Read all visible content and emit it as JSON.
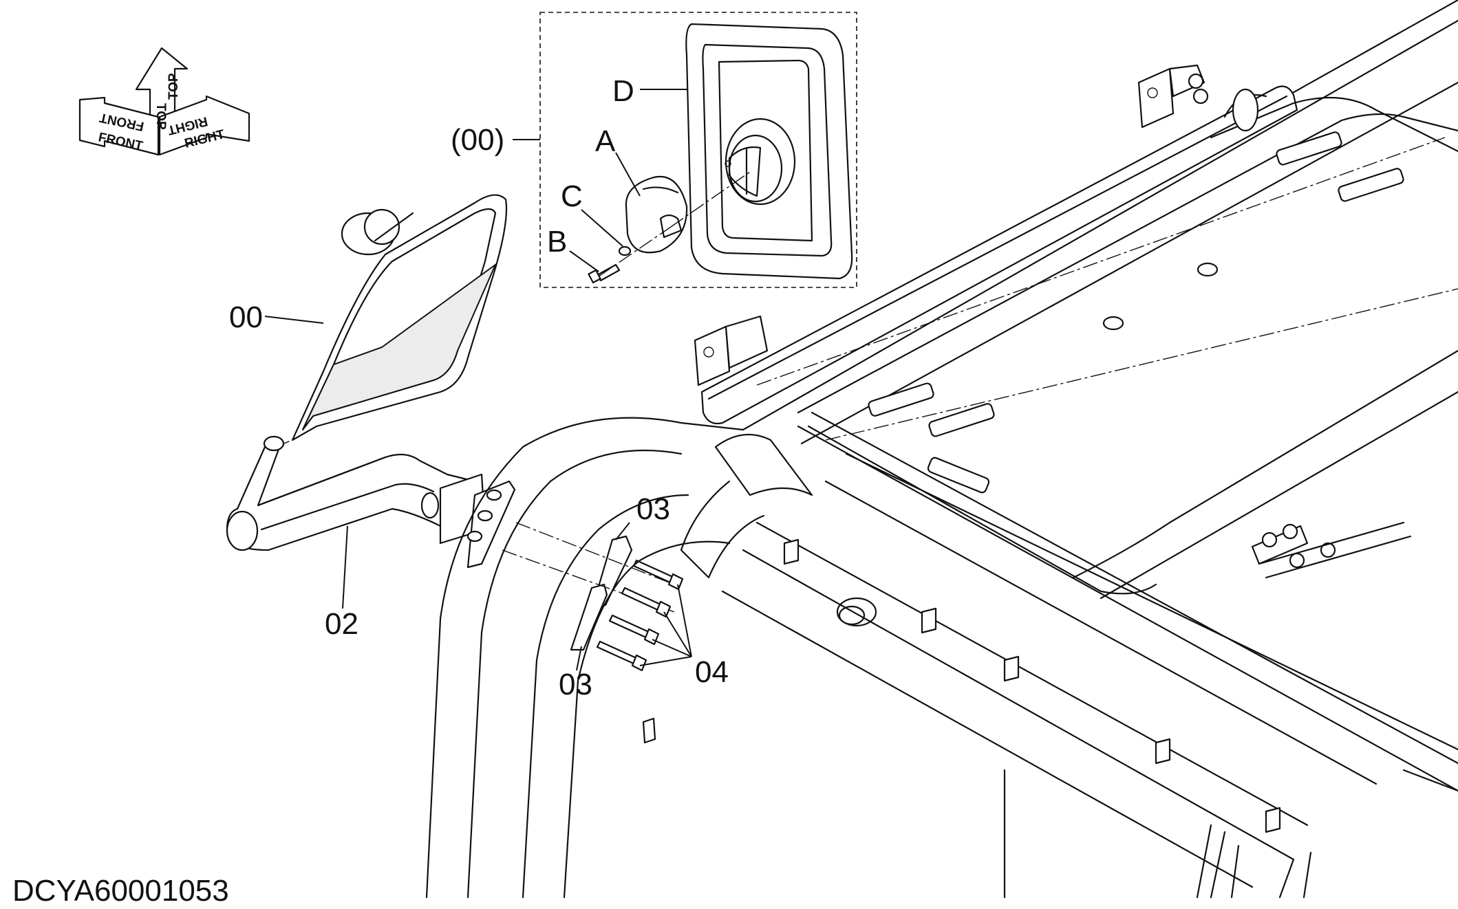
{
  "drawing": {
    "code": "DCYA60001053"
  },
  "orientation": {
    "front": "FRONT",
    "top": "TOP",
    "right": "RIGHT"
  },
  "callouts": {
    "assembly_ref": "(00)",
    "mirror": "00",
    "stay": "02",
    "plate_upper": "03",
    "plate_lower": "03",
    "bolts": "04",
    "part_a": "A",
    "part_b": "B",
    "part_c": "C",
    "part_d": "D"
  }
}
